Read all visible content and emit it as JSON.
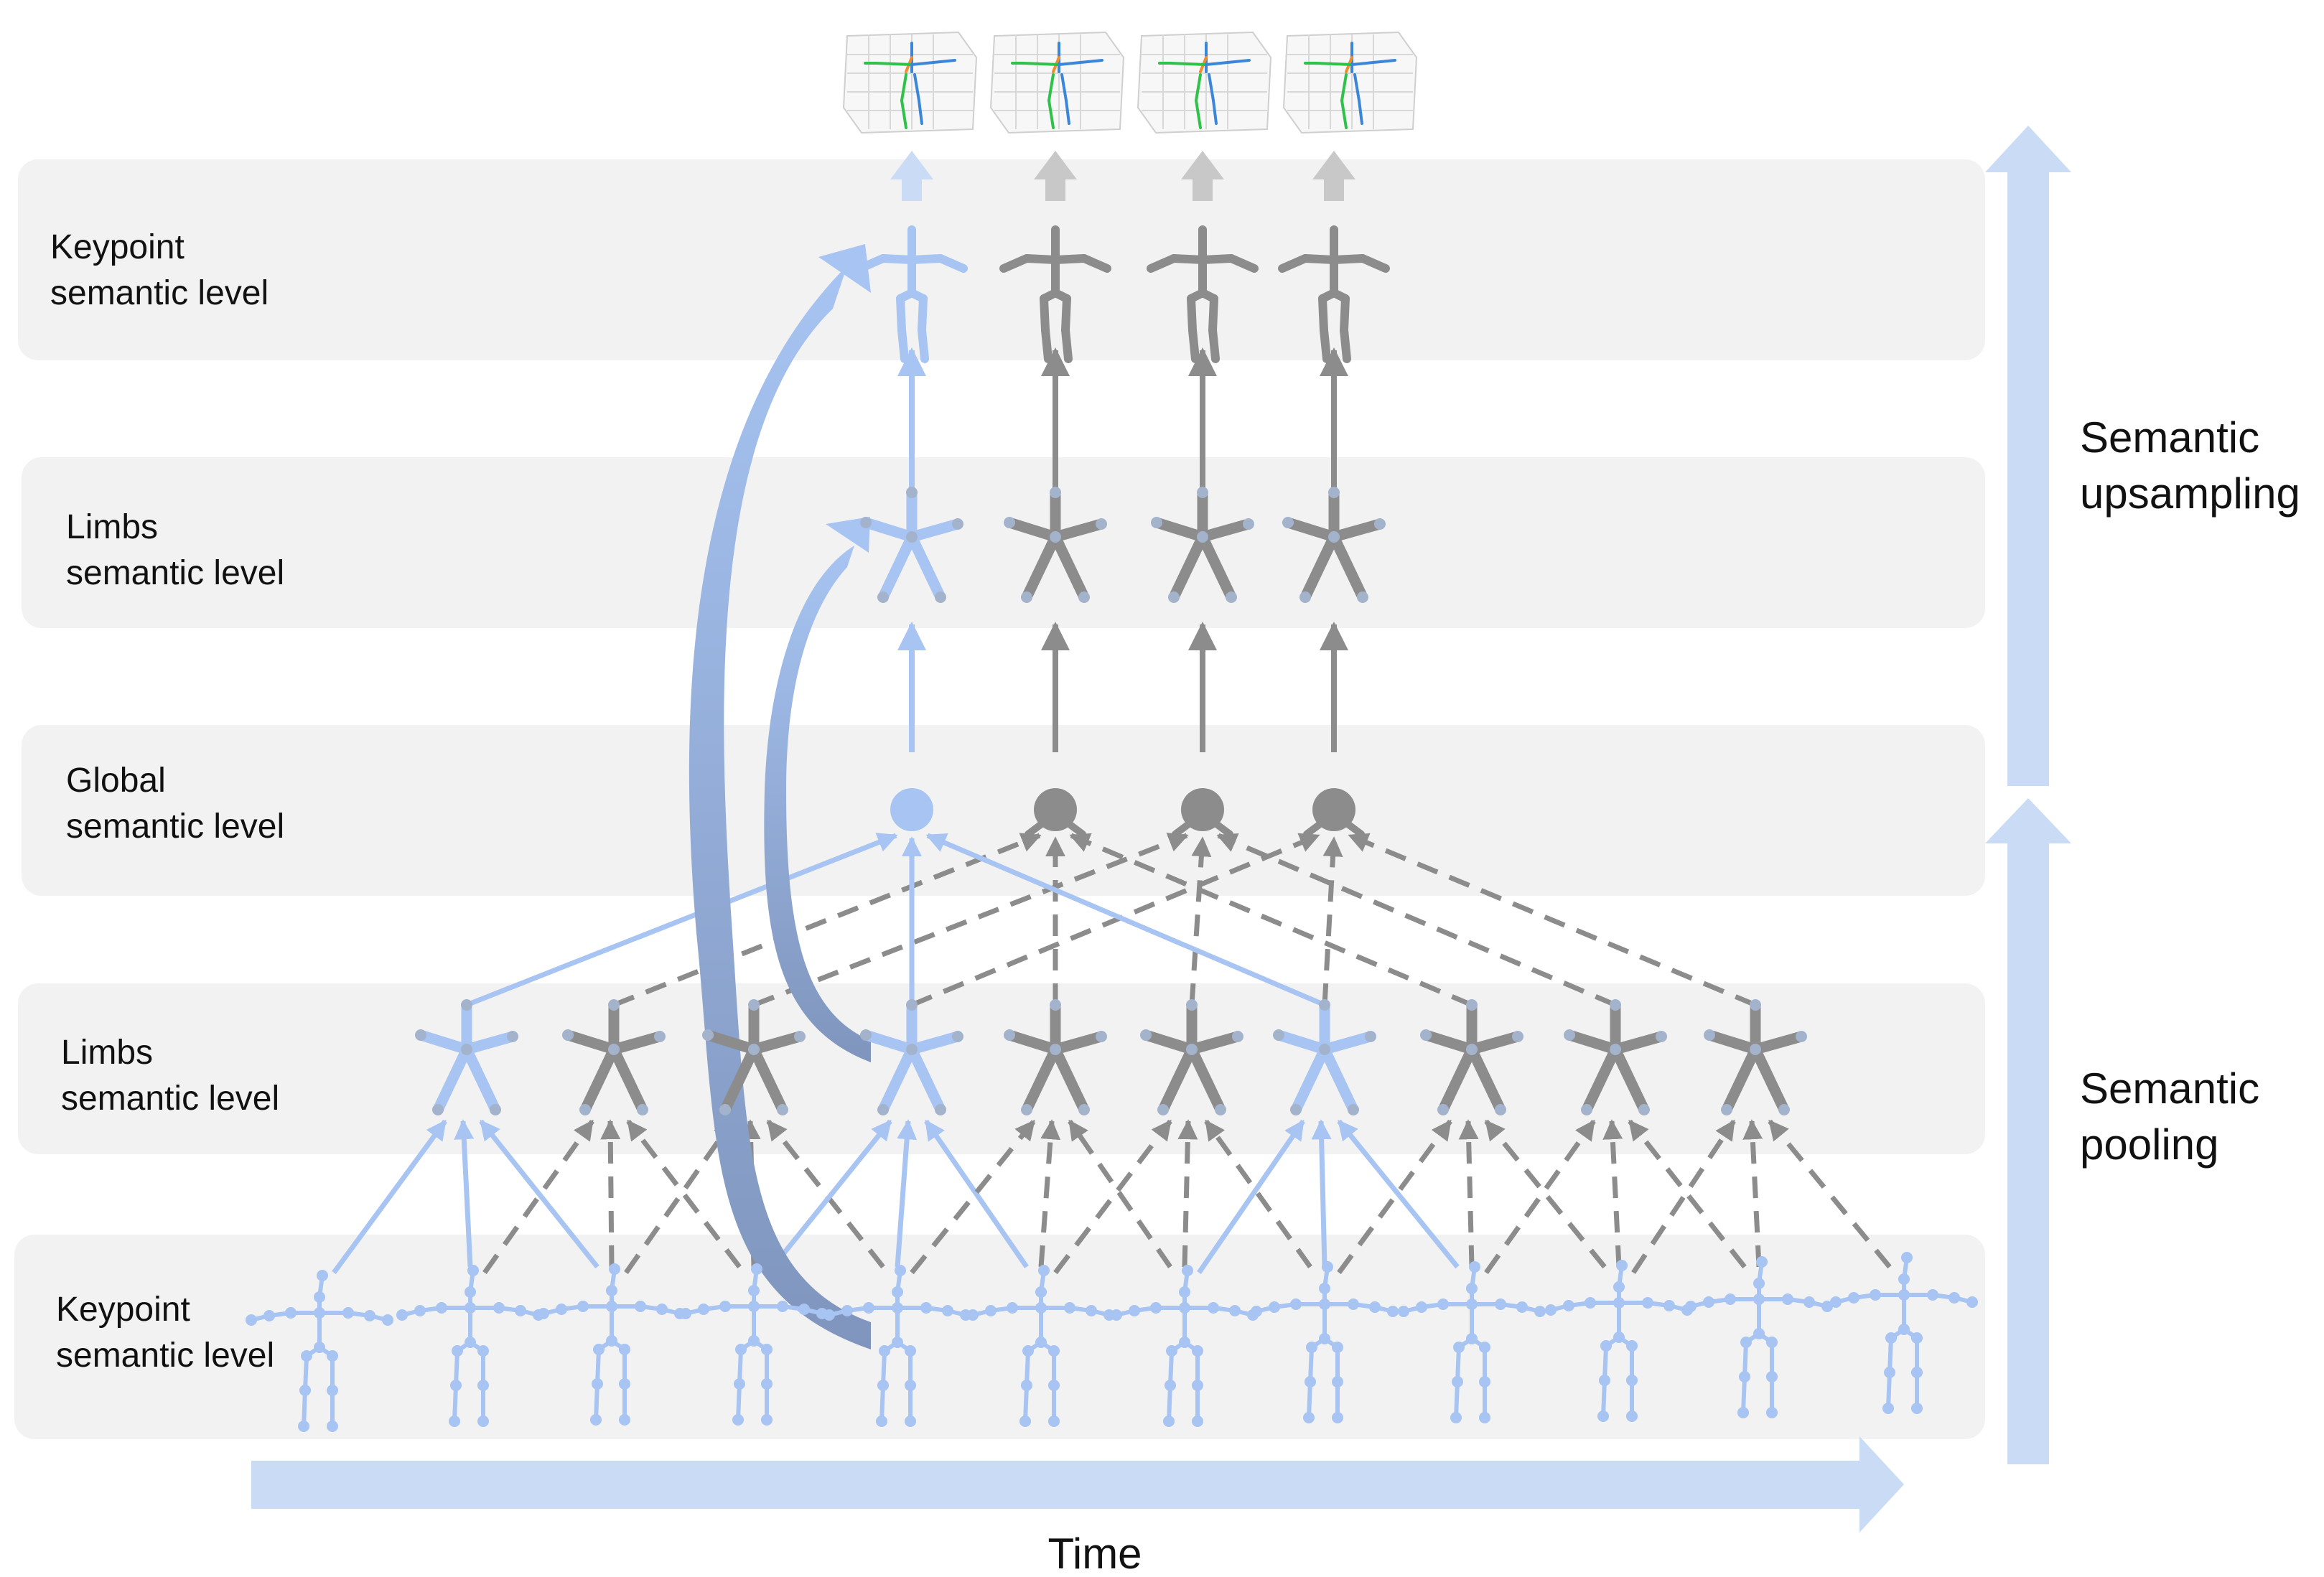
{
  "levels": {
    "top_keypoint": [
      "Keypoint",
      "semantic level"
    ],
    "top_limbs": [
      "Limbs",
      "semantic level"
    ],
    "global": [
      "Global",
      "semantic level"
    ],
    "bottom_limbs": [
      "Limbs",
      "semantic level"
    ],
    "bottom_keypoint": [
      "Keypoint",
      "semantic level"
    ]
  },
  "side_labels": {
    "upsampling": [
      "Semantic",
      "upsampling"
    ],
    "pooling": [
      "Semantic",
      "pooling"
    ]
  },
  "time_label": "Time",
  "colors": {
    "highlight": "#a7c4f2",
    "inactive": "#8c8c8c",
    "joint": "#a3b3cc",
    "band": "#f2f2f2",
    "big_arrow": "#c9dbf5",
    "curve": "#7f95bd"
  }
}
